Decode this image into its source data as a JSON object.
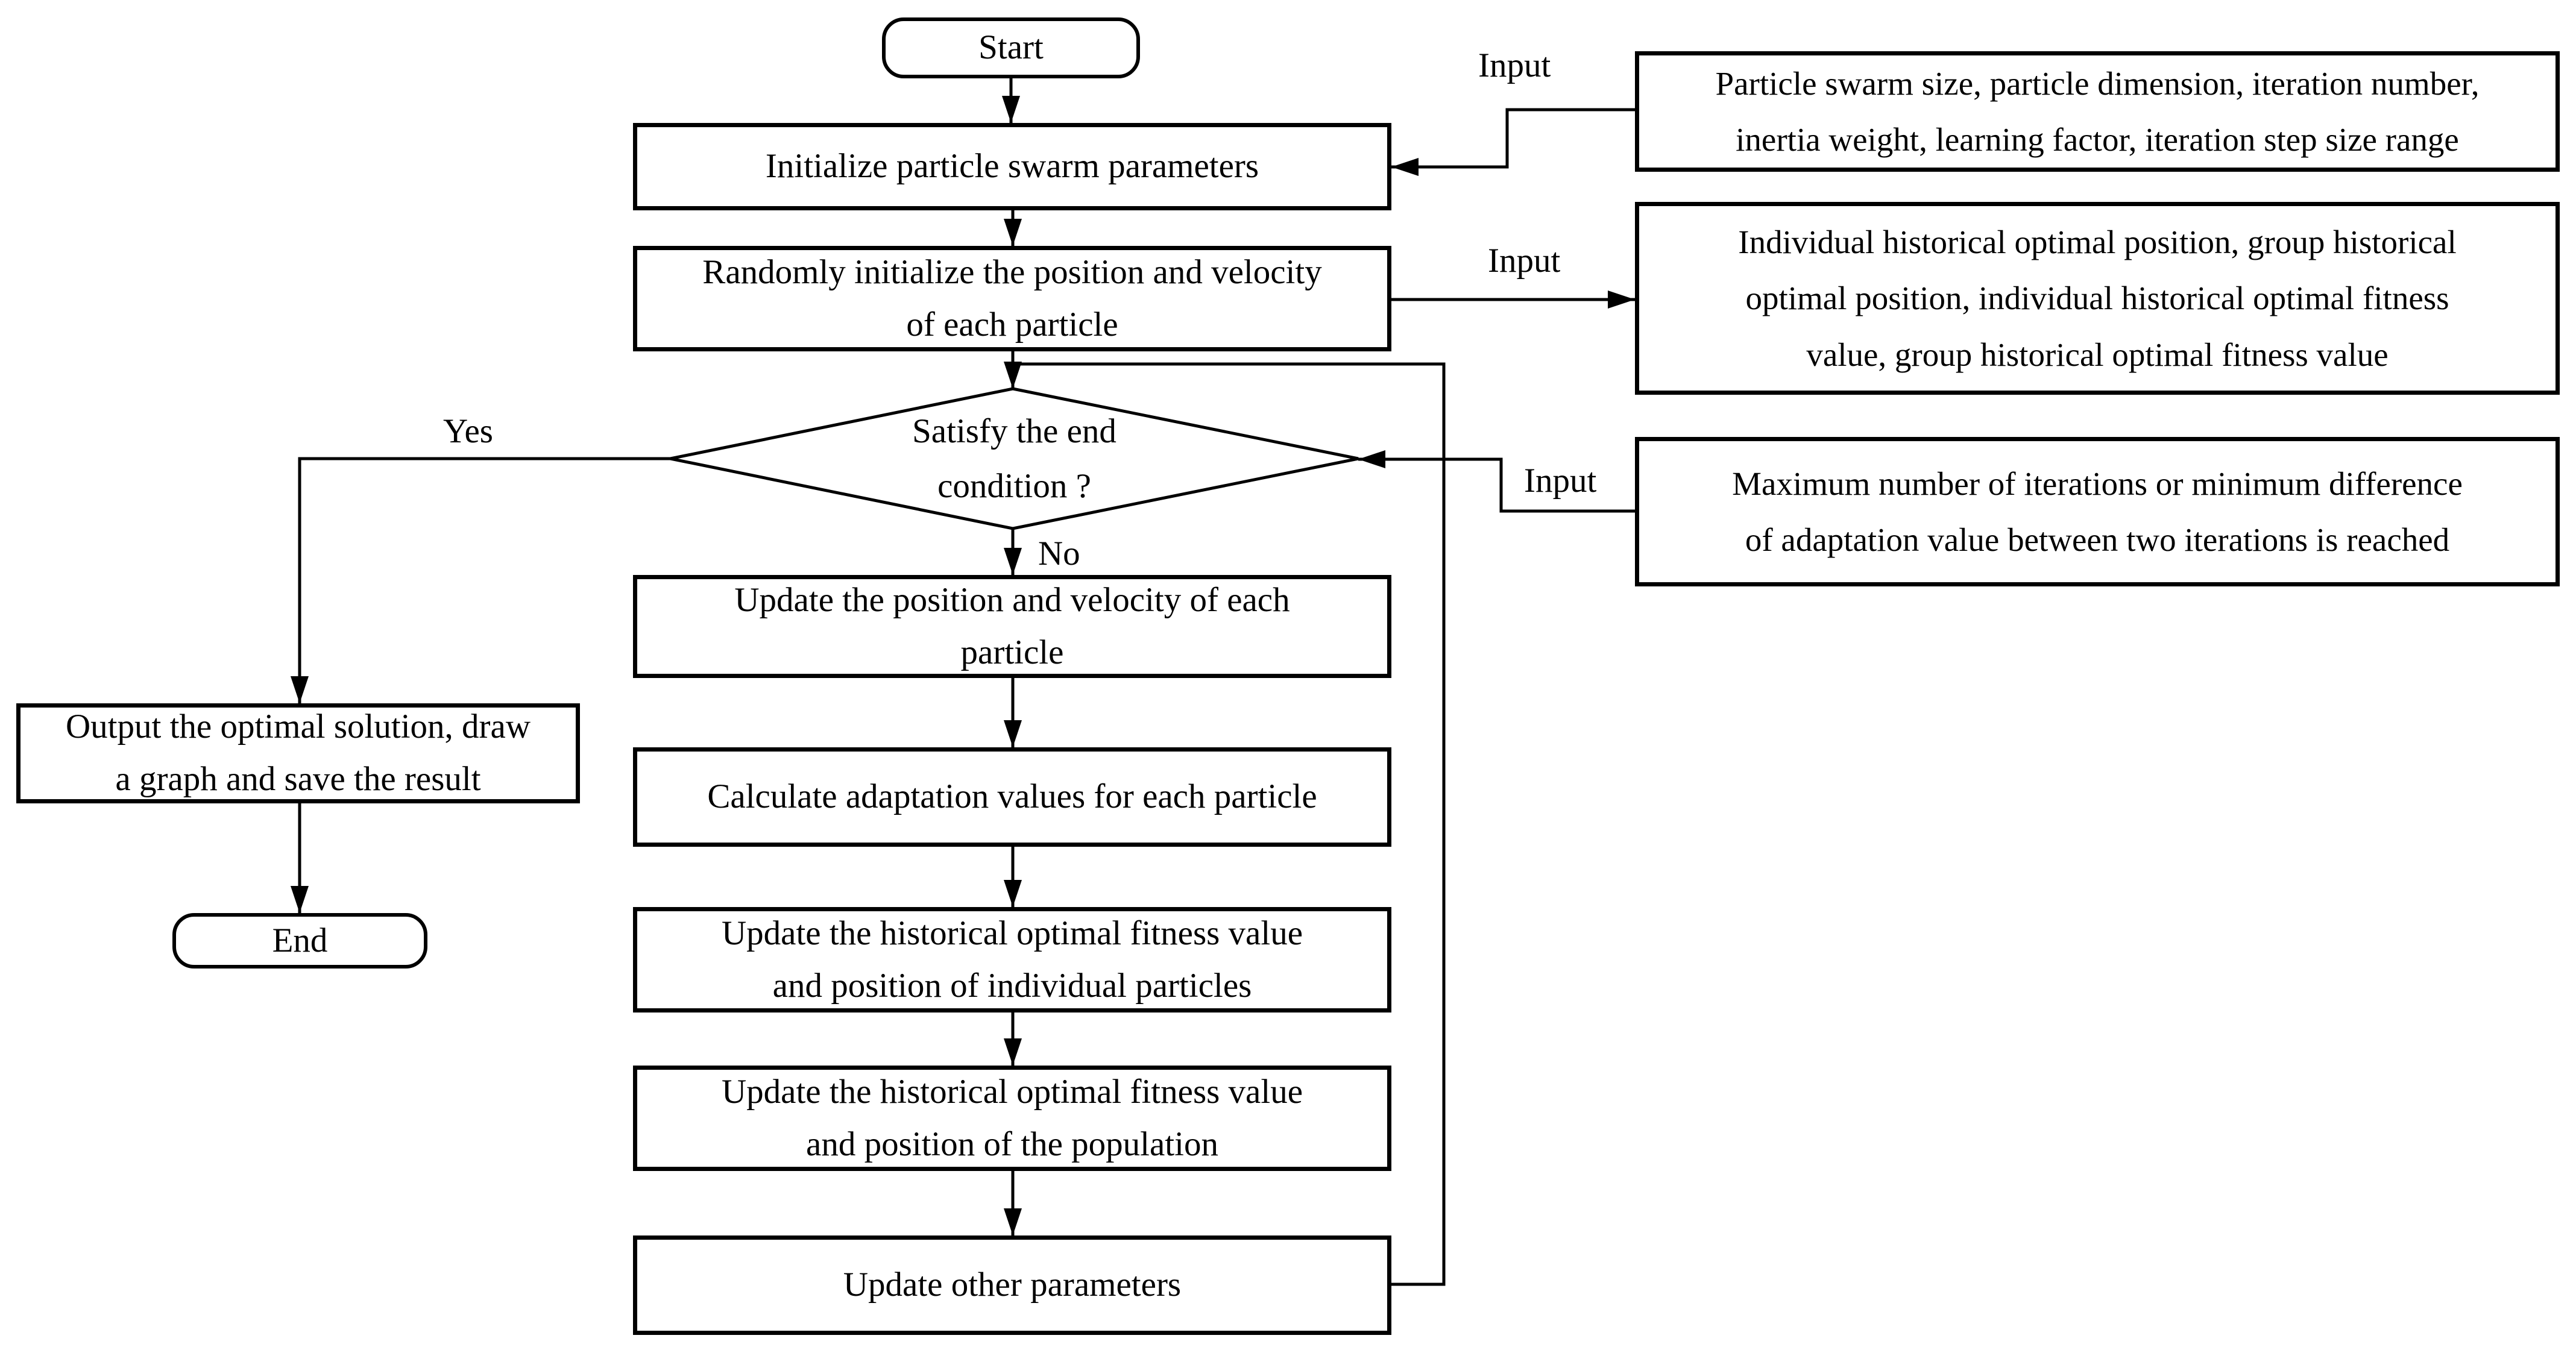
{
  "nodes": {
    "start": "Start",
    "init_params": "Initialize particle swarm parameters",
    "random_init": "Randomly initialize the position and velocity\nof each particle",
    "end_condition": "Satisfy the end\ncondition ?",
    "update_pos_vel": "Update the position and velocity of each\nparticle",
    "calc_adaptation": "Calculate adaptation values for each particle",
    "update_individual": "Update the historical optimal fitness value\nand position of individual particles",
    "update_population": "Update the historical optimal fitness value\nand position of the population",
    "update_other": "Update other parameters",
    "output_result": "Output the optimal solution, draw\na graph and save the result",
    "end": "End"
  },
  "side_inputs": [
    {
      "label": "Input",
      "text": "Particle swarm size, particle dimension, iteration number,\ninertia weight, learning factor, iteration step size range"
    },
    {
      "label": "Input",
      "text": "Individual historical optimal position, group historical\noptimal position, individual historical optimal fitness\nvalue, group historical optimal fitness value"
    },
    {
      "label": "Input",
      "text": "Maximum number of iterations or minimum difference\nof adaptation value between two iterations is reached"
    }
  ],
  "branch_labels": {
    "yes": "Yes",
    "no": "No"
  },
  "colors": {
    "stroke": "#000000",
    "background": "#ffffff"
  }
}
